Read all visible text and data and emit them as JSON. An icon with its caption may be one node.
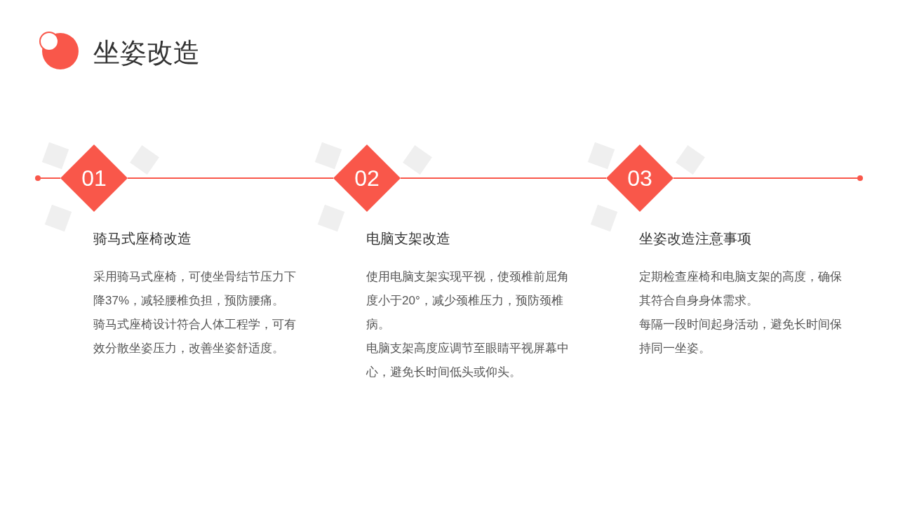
{
  "diagram": {
    "title": "坐姿改造",
    "nodes": [
      {
        "text": [],
        "shape": "circle"
      },
      {
        "text": [
          "01"
        ],
        "beside": [
          "骑马式座椅改造",
          "采用骑马式座椅，可使坐骨结节压力下降37%，减轻腰椎负担，预防腰痛。",
          "骑马式座椅设计符合人体工程学，可有效分散坐姿压力，改善坐姿舒适度。"
        ]
      },
      {
        "text": [
          "02"
        ],
        "beside": [
          "电脑支架改造",
          "使用电脑支架实现平视，使颈椎前屈角度小于20°，减少颈椎压力，预防颈椎病。",
          "电脑支架高度应调节至眼睛平视屏幕中心，避免长时间低头或仰头。"
        ]
      },
      {
        "text": [
          "03"
        ],
        "beside": [
          "坐姿改造注意事项",
          "定期检查座椅和电脑支架的高度，确保其符合自身身体需求。",
          "每隔一段时间起身活动，避免长时间保持同一坐姿。"
        ]
      },
      {
        "text": [],
        "shape": "circle"
      }
    ],
    "edges": [
      {
        "from": 0,
        "to": 1,
        "arrow": "none"
      },
      {
        "from": 1,
        "to": 2,
        "arrow": "none"
      },
      {
        "from": 2,
        "to": 3,
        "arrow": "none"
      },
      {
        "from": 3,
        "to": 4,
        "arrow": "none"
      }
    ]
  }
}
